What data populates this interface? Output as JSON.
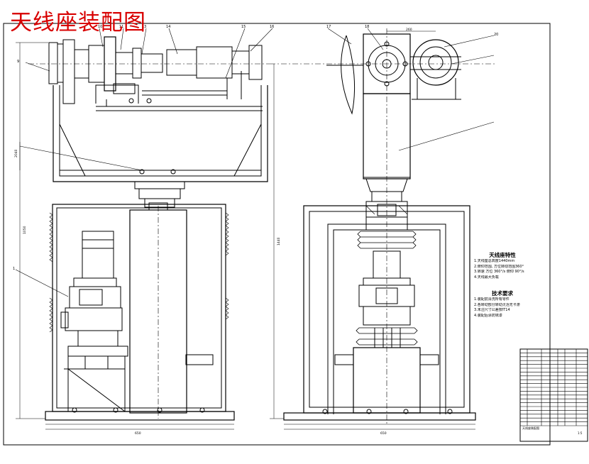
{
  "title": "天线座装配图",
  "balloons": {
    "b1": "1",
    "b9": "9",
    "b10": "10",
    "b11": "11",
    "b13": "13",
    "b14": "14",
    "b15": "15",
    "b16": "16",
    "b17": "17",
    "b18": "18",
    "b20": "20"
  },
  "dimensions": {
    "left_height": "1050",
    "left_mid": "2040",
    "center_height": "1440",
    "left_base": "650",
    "right_base": "650",
    "top_span": "260"
  },
  "notes": {
    "heading": "天线座特性",
    "lines": [
      "1.天线座总高度1440mm",
      "2.俯仰范围, 方位转动范围360°",
      "3.转速  方位 360°/s  俯仰 90°/s",
      "4.天线最大负载"
    ]
  },
  "tech": {
    "heading": "技术要求",
    "lines": [
      "1.装配前清洗所有零件",
      "2.各转动部分转动灵活无卡滞",
      "3.未注尺寸公差按IT14",
      "4.装配后涂防锈漆"
    ]
  },
  "parts_rows": 20,
  "title_block": {
    "drawing_label": "天线座装配图",
    "scale_label": "1:5"
  }
}
